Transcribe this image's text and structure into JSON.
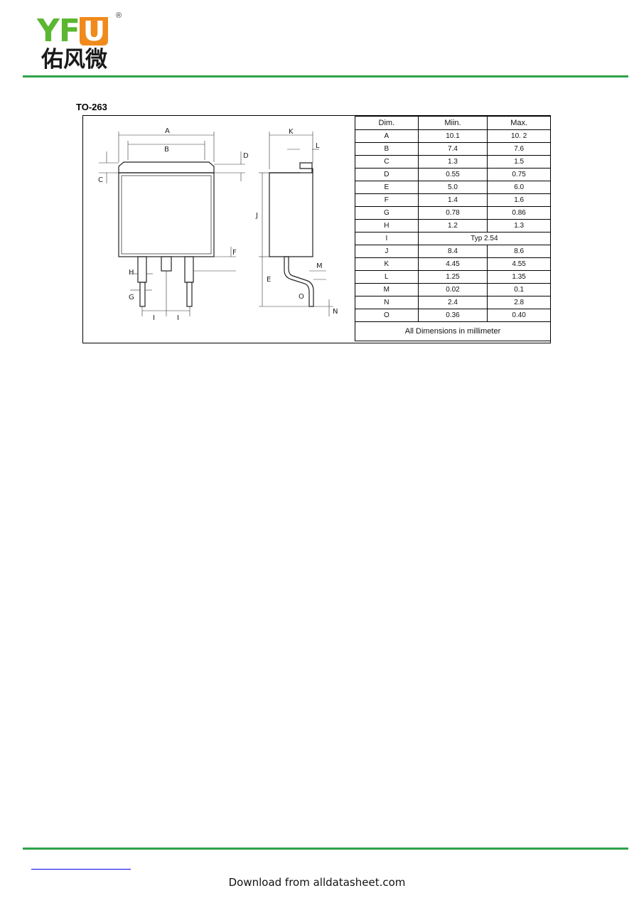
{
  "header": {
    "logo_letters": [
      "Y",
      "F",
      "U"
    ],
    "logo_reg": "®",
    "logo_cn": "佑风微"
  },
  "package": {
    "title": "TO-263"
  },
  "drawing": {
    "labels": {
      "A": "A",
      "B": "B",
      "C": "C",
      "D": "D",
      "F": "F",
      "H": "H",
      "G": "G",
      "I": "I",
      "K": "K",
      "L": "L",
      "J": "J",
      "E": "E",
      "M": "M",
      "O": "O",
      "N": "N"
    }
  },
  "table": {
    "headers": [
      "Dim.",
      "Miin.",
      "Max."
    ],
    "rows": [
      {
        "dim": "A",
        "min": "10.1",
        "max": "10. 2"
      },
      {
        "dim": "B",
        "min": "7.4",
        "max": "7.6"
      },
      {
        "dim": "C",
        "min": "1.3",
        "max": "1.5"
      },
      {
        "dim": "D",
        "min": "0.55",
        "max": "0.75"
      },
      {
        "dim": "E",
        "min": "5.0",
        "max": "6.0"
      },
      {
        "dim": "F",
        "min": "1.4",
        "max": "1.6"
      },
      {
        "dim": "G",
        "min": "0.78",
        "max": "0.86"
      },
      {
        "dim": "H",
        "min": "1.2",
        "max": "1.3"
      },
      {
        "dim": "I",
        "typ": "Typ 2.54"
      },
      {
        "dim": "J",
        "min": "8.4",
        "max": "8.6"
      },
      {
        "dim": "K",
        "min": "4.45",
        "max": "4.55"
      },
      {
        "dim": "L",
        "min": "1.25",
        "max": "1.35"
      },
      {
        "dim": "M",
        "min": "0.02",
        "max": "0.1"
      },
      {
        "dim": "N",
        "min": "2.4",
        "max": "2.8"
      },
      {
        "dim": "O",
        "min": "0.36",
        "max": "0.40"
      }
    ],
    "footer": "All Dimensions in millimeter"
  },
  "footer": {
    "download": "Download from alldatasheet.com"
  }
}
